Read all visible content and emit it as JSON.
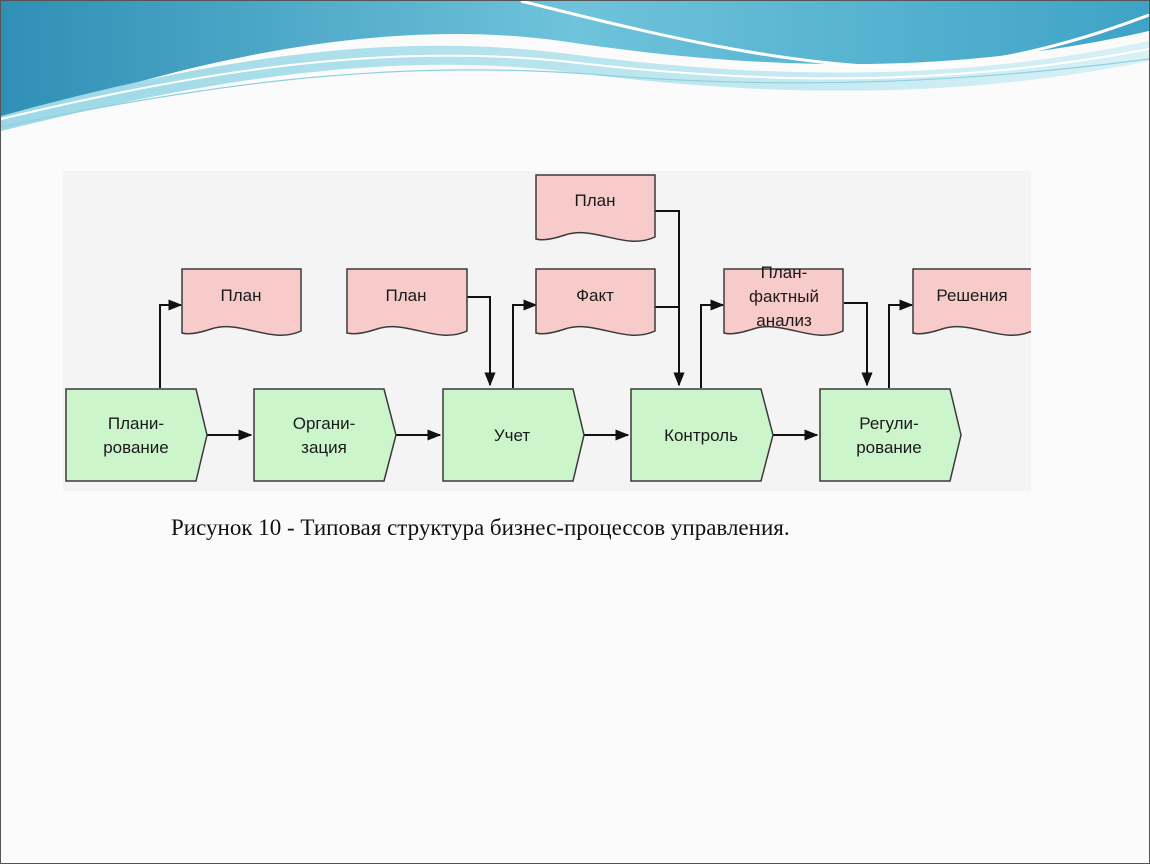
{
  "slide": {
    "caption": "Рисунок 10 - Типовая структура бизнес-процессов управления."
  },
  "processes": [
    {
      "line1": "Плани-",
      "line2": "рование"
    },
    {
      "line1": "Органи-",
      "line2": "зация"
    },
    {
      "line1": "Учет",
      "line2": ""
    },
    {
      "line1": "Контроль",
      "line2": ""
    },
    {
      "line1": "Регули-",
      "line2": "рование"
    }
  ],
  "documents": {
    "plan_output": "План",
    "plan_input": "План",
    "fact": "Факт",
    "plan_top": "План",
    "analysis": [
      "План-",
      "фактный",
      "анализ"
    ],
    "decisions": "Решения"
  },
  "colors": {
    "process_fill": "#ccf5cc",
    "document_fill": "#f8cbcb",
    "stroke": "#3a3a3a"
  }
}
